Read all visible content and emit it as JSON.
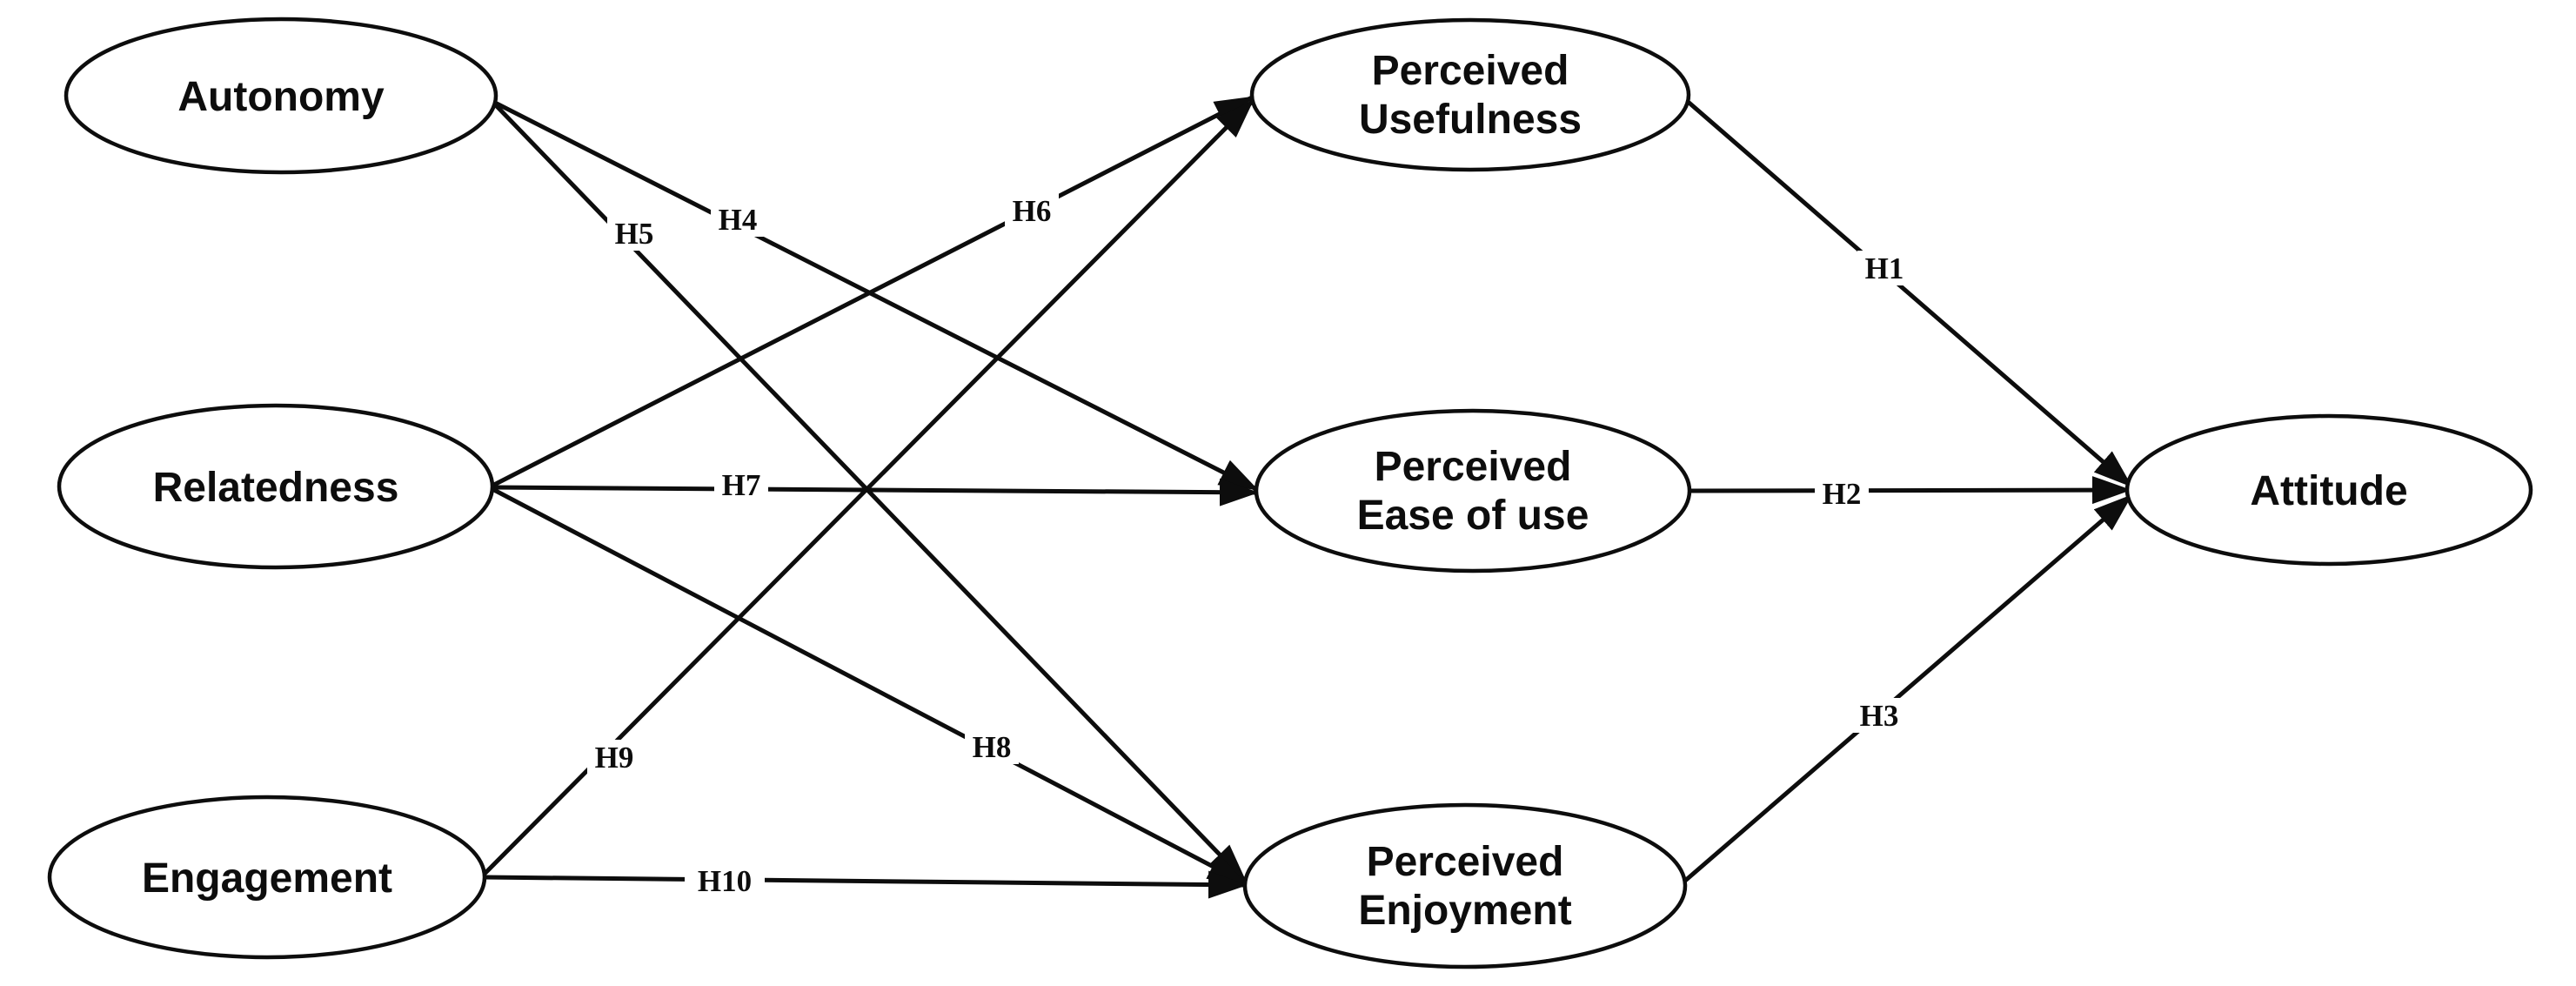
{
  "diagram": {
    "background_color": "#ffffff",
    "line_color": "#0d0d0d",
    "node_fill": "#ffffff",
    "nodes": [
      {
        "id": "autonomy",
        "label": "Autonomy"
      },
      {
        "id": "relatedness",
        "label": "Relatedness"
      },
      {
        "id": "engagement",
        "label": "Engagement"
      },
      {
        "id": "perceived_usefulness",
        "label": "Perceived\nUsefulness"
      },
      {
        "id": "perceived_ease_of_use",
        "label": "Perceived\nEase of use"
      },
      {
        "id": "perceived_enjoyment",
        "label": "Perceived\nEnjoyment"
      },
      {
        "id": "attitude",
        "label": "Attitude"
      }
    ],
    "edges": [
      {
        "id": "H1",
        "label": "H1",
        "from": "perceived_usefulness",
        "to": "attitude"
      },
      {
        "id": "H2",
        "label": "H2",
        "from": "perceived_ease_of_use",
        "to": "attitude"
      },
      {
        "id": "H3",
        "label": "H3",
        "from": "perceived_enjoyment",
        "to": "attitude"
      },
      {
        "id": "H4",
        "label": "H4",
        "from": "autonomy",
        "to": "perceived_ease_of_use"
      },
      {
        "id": "H5",
        "label": "H5",
        "from": "autonomy",
        "to": "perceived_enjoyment"
      },
      {
        "id": "H6",
        "label": "H6",
        "from": "relatedness",
        "to": "perceived_usefulness"
      },
      {
        "id": "H7",
        "label": "H7",
        "from": "relatedness",
        "to": "perceived_ease_of_use"
      },
      {
        "id": "H8",
        "label": "H8",
        "from": "relatedness",
        "to": "perceived_enjoyment"
      },
      {
        "id": "H9",
        "label": "H9",
        "from": "engagement",
        "to": "perceived_usefulness"
      },
      {
        "id": "H10",
        "label": "H10",
        "from": "engagement",
        "to": "perceived_enjoyment"
      }
    ]
  }
}
